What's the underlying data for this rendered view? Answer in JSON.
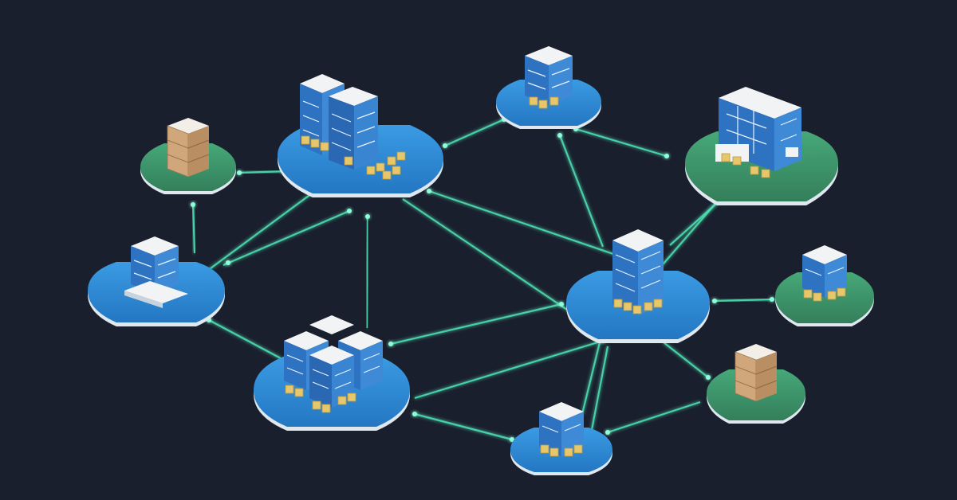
{
  "colors": {
    "background": "#1a1f2e",
    "link": "#4fe3b4",
    "platform_blue": "#2f86d1",
    "platform_green": "#3f9a6e",
    "building_blue": "#2e72c2",
    "building_roof": "#f2f3f5",
    "cargo": "#e7c76b"
  },
  "nodes": [
    {
      "name": "node-west-crate-tower",
      "platform": "green",
      "building": "crate-tower"
    },
    {
      "name": "node-north-twin-warehouse",
      "platform": "blue",
      "building": "twin-warehouse"
    },
    {
      "name": "node-top-small-depot",
      "platform": "blue",
      "building": "small-depot"
    },
    {
      "name": "node-east-loading-hangar",
      "platform": "green",
      "building": "hangar"
    },
    {
      "name": "node-west-storage",
      "platform": "blue",
      "building": "storage"
    },
    {
      "name": "node-central-hub",
      "platform": "blue",
      "building": "hub-tower"
    },
    {
      "name": "node-east-small-depot",
      "platform": "green",
      "building": "small-depot"
    },
    {
      "name": "node-south-cluster",
      "platform": "blue",
      "building": "cluster"
    },
    {
      "name": "node-southeast-crate-tower",
      "platform": "green",
      "building": "crate-tower"
    },
    {
      "name": "node-south-small-depot",
      "platform": "blue",
      "building": "small-depot"
    }
  ]
}
